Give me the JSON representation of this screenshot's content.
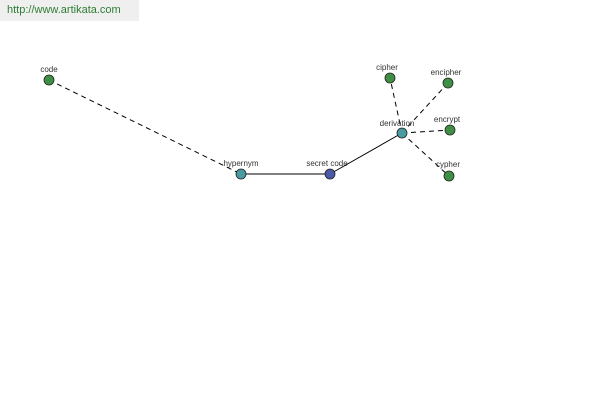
{
  "banner": {
    "url": "http://www.artikata.com"
  },
  "colors": {
    "center_node": "#4a5aa8",
    "relation_node": "#4a9aa0",
    "term_node": "#3f8f45",
    "edge": "#000000",
    "banner_bg": "#efefef",
    "banner_text": "#2e7d32"
  },
  "graph": {
    "nodes": [
      {
        "id": "code",
        "label": "code",
        "kind": "term"
      },
      {
        "id": "hypernym",
        "label": "hypernym",
        "kind": "relation"
      },
      {
        "id": "secret-code",
        "label": "secret code",
        "kind": "center"
      },
      {
        "id": "derivation",
        "label": "derivation",
        "kind": "relation"
      },
      {
        "id": "cipher",
        "label": "cipher",
        "kind": "term"
      },
      {
        "id": "encipher",
        "label": "encipher",
        "kind": "term"
      },
      {
        "id": "encrypt",
        "label": "encrypt",
        "kind": "term"
      },
      {
        "id": "cypher",
        "label": "cypher",
        "kind": "term"
      }
    ],
    "edges": [
      {
        "from": "code",
        "to": "hypernym",
        "style": "dashed"
      },
      {
        "from": "hypernym",
        "to": "secret-code",
        "style": "solid"
      },
      {
        "from": "secret-code",
        "to": "derivation",
        "style": "solid"
      },
      {
        "from": "derivation",
        "to": "cipher",
        "style": "dashed"
      },
      {
        "from": "derivation",
        "to": "encipher",
        "style": "dashed"
      },
      {
        "from": "derivation",
        "to": "encrypt",
        "style": "dashed"
      },
      {
        "from": "derivation",
        "to": "cypher",
        "style": "dashed"
      }
    ]
  }
}
